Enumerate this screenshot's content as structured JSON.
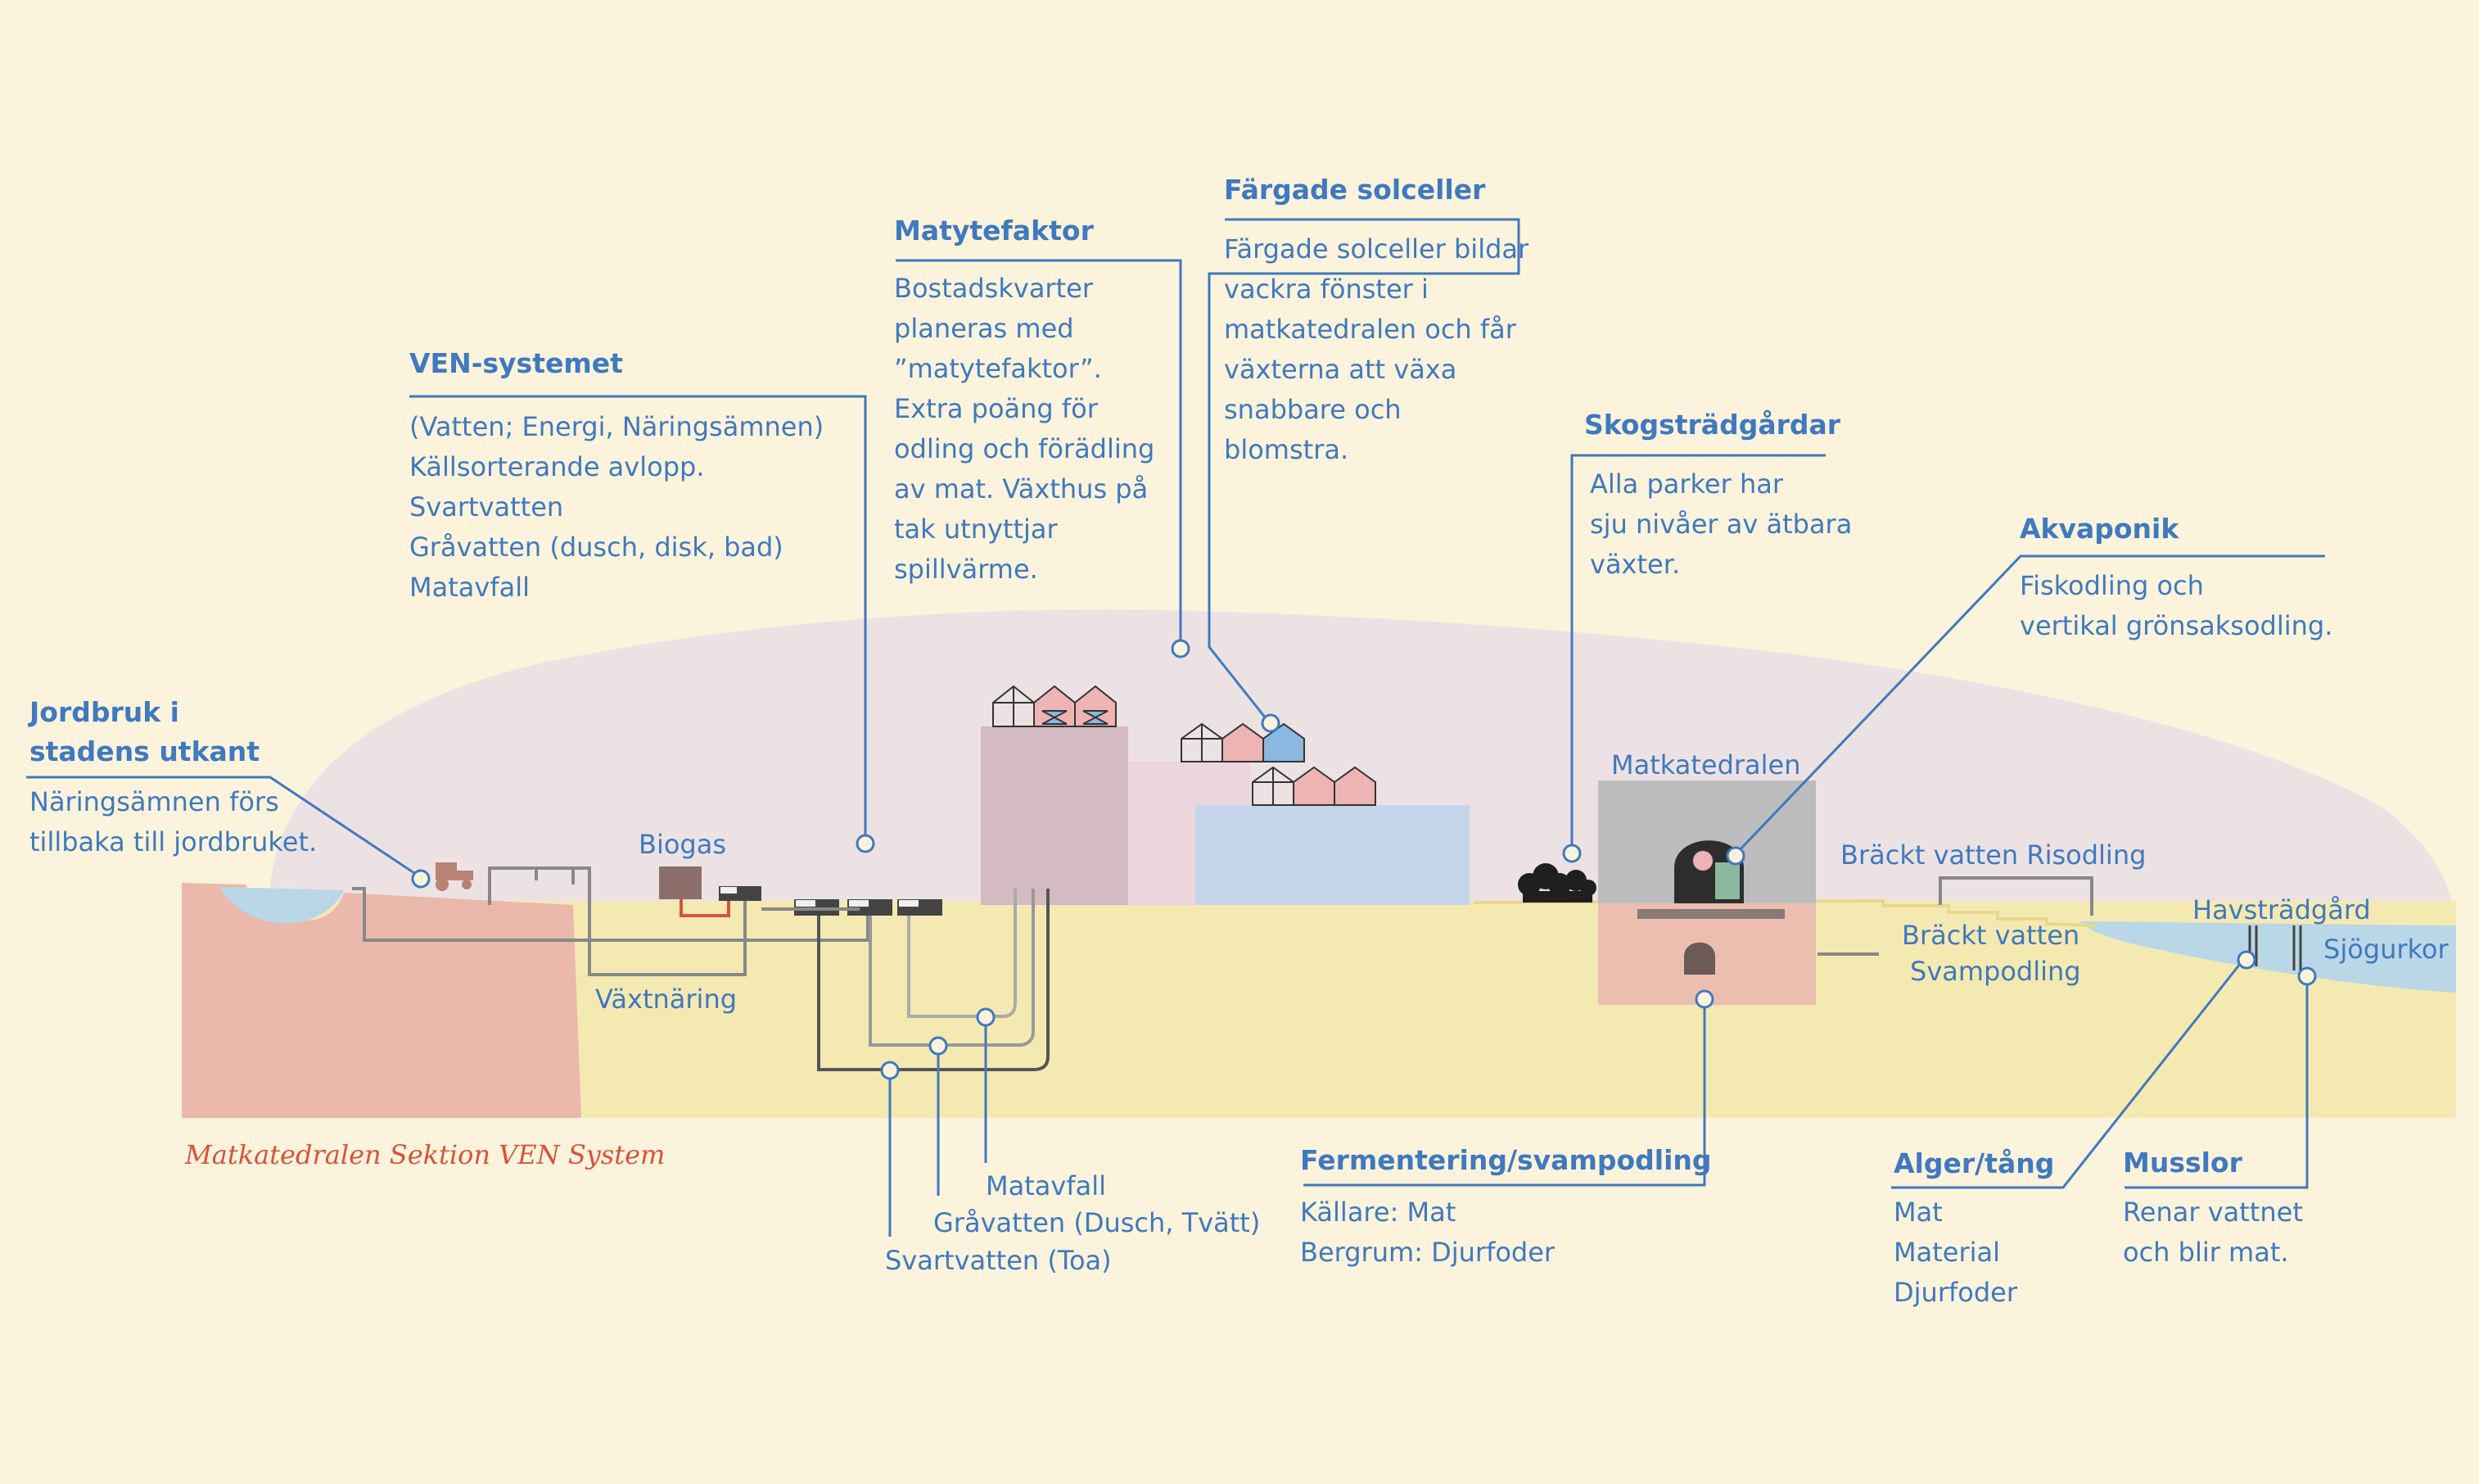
{
  "colors": {
    "background": "#fbf3dc",
    "sky": "#ece2e3",
    "ground": "#f5e9b2",
    "farmland": "#ebb8ac",
    "water": "#b9d7e6",
    "accent": "#3f79be",
    "caption": "#d9533a"
  },
  "callouts": {
    "jordbruk": {
      "title_lines": [
        "Jordbruk i",
        "stadens utkant"
      ],
      "body": [
        "Näringsämnen förs",
        "tillbaka till jordbruket."
      ]
    },
    "ven": {
      "title": "VEN-systemet",
      "body": [
        "(Vatten; Energi, Näringsämnen)",
        "Källsorterande avlopp.",
        "Svartvatten",
        "Gråvatten (dusch, disk, bad)",
        "Matavfall"
      ]
    },
    "matytefaktor": {
      "title": "Matytefaktor",
      "body": [
        "Bostadskvarter",
        "planeras med",
        "”matytefaktor”.",
        "Extra poäng för",
        "odling och förädling",
        "av mat. Växthus på",
        "tak utnyttjar",
        "spillvärme."
      ]
    },
    "solceller": {
      "title": "Färgade solceller",
      "body": [
        "Färgade solceller bildar",
        "vackra fönster i",
        "matkatedralen och får",
        "växterna att växa",
        "snabbare och",
        "blomstra."
      ]
    },
    "skog": {
      "title": "Skogsträdgårdar",
      "body": [
        "Alla parker har",
        "sju nivåer av ätbara",
        "växter."
      ]
    },
    "akvaponik": {
      "title": "Akvaponik",
      "body": [
        "Fiskodling och",
        "vertikal grönsaksodling."
      ]
    },
    "fermentering": {
      "title": "Fermentering/svampodling",
      "body": [
        "Källare: Mat",
        "Bergrum: Djurfoder"
      ]
    },
    "alger": {
      "title": "Alger/tång",
      "body": [
        "Mat",
        "Material",
        "Djurfoder"
      ]
    },
    "musslor": {
      "title": "Musslor",
      "body": [
        "Renar vattnet",
        "och blir mat."
      ]
    }
  },
  "labels": {
    "biogas": "Biogas",
    "vaxtnaring": "Växtnäring",
    "matkatedralen": "Matkatedralen",
    "risodling": "Bräckt vatten Risodling",
    "svampodling_lines": [
      "Bräckt vatten",
      "Svampodling"
    ],
    "havstradgard": "Havsträdgård",
    "sjogurkor": "Sjögurkor",
    "pipes": [
      "Matavfall",
      "Gråvatten (Dusch, Tvätt)",
      "Svartvatten (Toa)"
    ]
  },
  "caption": "Matkatedralen Sektion VEN System"
}
